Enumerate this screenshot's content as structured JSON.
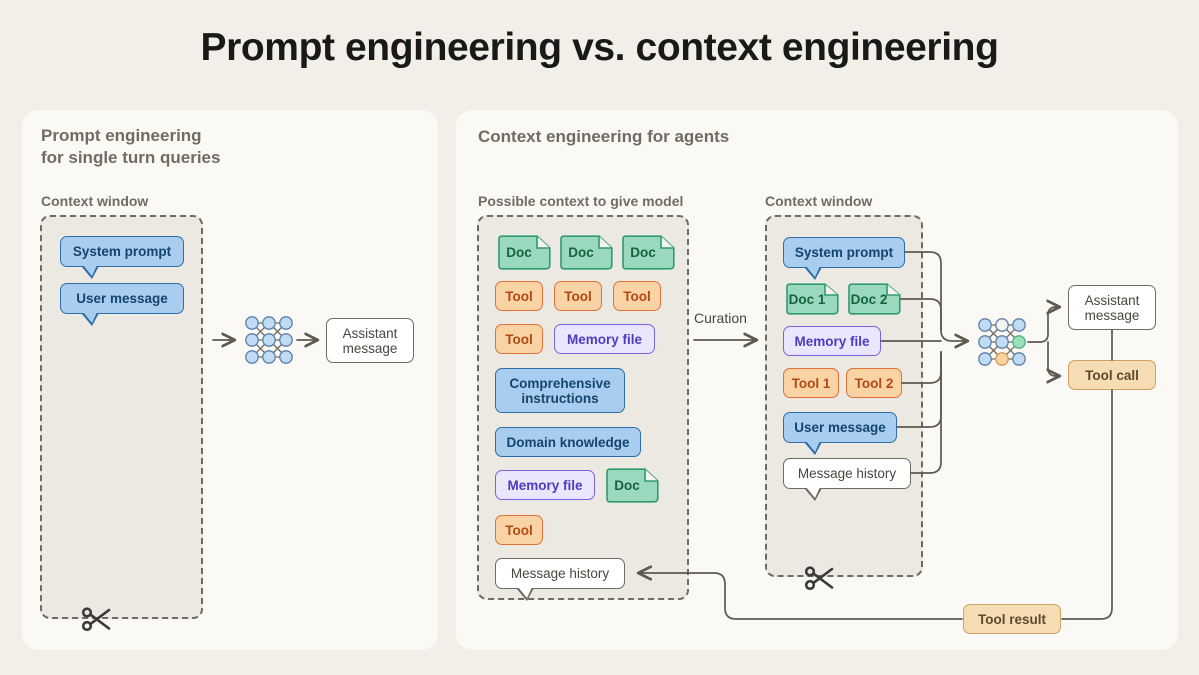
{
  "title": "Prompt engineering vs. context engineering",
  "colors": {
    "page_bg": "#f2efe9",
    "card_bg": "#faf9f5",
    "ctx_window_bg": "#ece9e2",
    "blue": "#a9cdee",
    "green": "#9ad9bd",
    "orange": "#fad3a4",
    "purple": "#eae6fd",
    "tan": "#f6dcb2",
    "stroke": "#6f6b62"
  },
  "left_panel": {
    "title": "Prompt engineering\nfor single turn queries",
    "context_window_label": "Context window",
    "context_items": [
      {
        "label": "System prompt",
        "style": "blue-bubble"
      },
      {
        "label": "User message",
        "style": "blue-bubble"
      }
    ],
    "model_icon": "neural-network-icon",
    "output": {
      "label": "Assistant\nmessage",
      "style": "plain"
    },
    "scissors_icon": "scissors-icon"
  },
  "right_panel": {
    "title": "Context engineering for agents",
    "possible_context_label": "Possible context to give model",
    "context_window_label": "Context window",
    "possible_context_items": [
      {
        "label": "Doc",
        "style": "doc"
      },
      {
        "label": "Doc",
        "style": "doc"
      },
      {
        "label": "Doc",
        "style": "doc"
      },
      {
        "label": "Tool",
        "style": "orange"
      },
      {
        "label": "Tool",
        "style": "orange"
      },
      {
        "label": "Tool",
        "style": "orange"
      },
      {
        "label": "Tool",
        "style": "orange"
      },
      {
        "label": "Memory file",
        "style": "purple"
      },
      {
        "label": "Comprehensive\ninstructions",
        "style": "blue"
      },
      {
        "label": "Domain knowledge",
        "style": "blue"
      },
      {
        "label": "Memory file",
        "style": "purple"
      },
      {
        "label": "Doc",
        "style": "doc"
      },
      {
        "label": "Tool",
        "style": "orange"
      },
      {
        "label": "Message history",
        "style": "plain-bubble"
      }
    ],
    "curation_label": "Curation",
    "curated_context_items": [
      {
        "label": "System prompt",
        "style": "blue-bubble"
      },
      {
        "label": "Doc 1",
        "style": "doc"
      },
      {
        "label": "Doc 2",
        "style": "doc"
      },
      {
        "label": "Memory file",
        "style": "purple"
      },
      {
        "label": "Tool 1",
        "style": "orange"
      },
      {
        "label": "Tool 2",
        "style": "orange"
      },
      {
        "label": "User message",
        "style": "blue-bubble"
      },
      {
        "label": "Message history",
        "style": "plain-bubble"
      }
    ],
    "model_icon": "neural-network-icon",
    "outputs": [
      {
        "label": "Assistant\nmessage",
        "style": "plain"
      },
      {
        "label": "Tool call",
        "style": "tan"
      }
    ],
    "tool_result": {
      "label": "Tool result",
      "style": "tan"
    },
    "scissors_icon": "scissors-icon"
  }
}
